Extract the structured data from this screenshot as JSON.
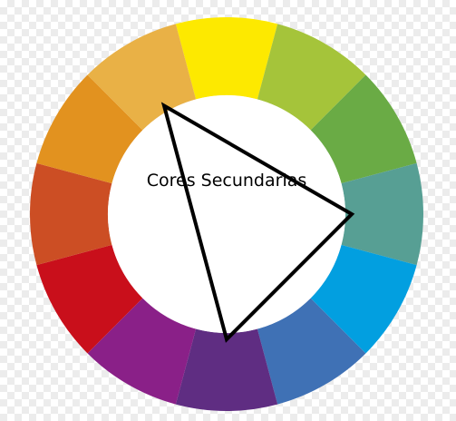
{
  "diagram": {
    "label": "Cores Secundarias",
    "segment_colors": [
      "#fde900",
      "#a5c43a",
      "#6aab45",
      "#579f94",
      "#029fe0",
      "#3f71b5",
      "#5f2d82",
      "#8a2088",
      "#c90f1b",
      "#cc4e24",
      "#e2921f",
      "#e9b146"
    ],
    "triangle_vertices_segments": [
      11,
      3,
      6
    ],
    "triangle_color": "#000000"
  }
}
